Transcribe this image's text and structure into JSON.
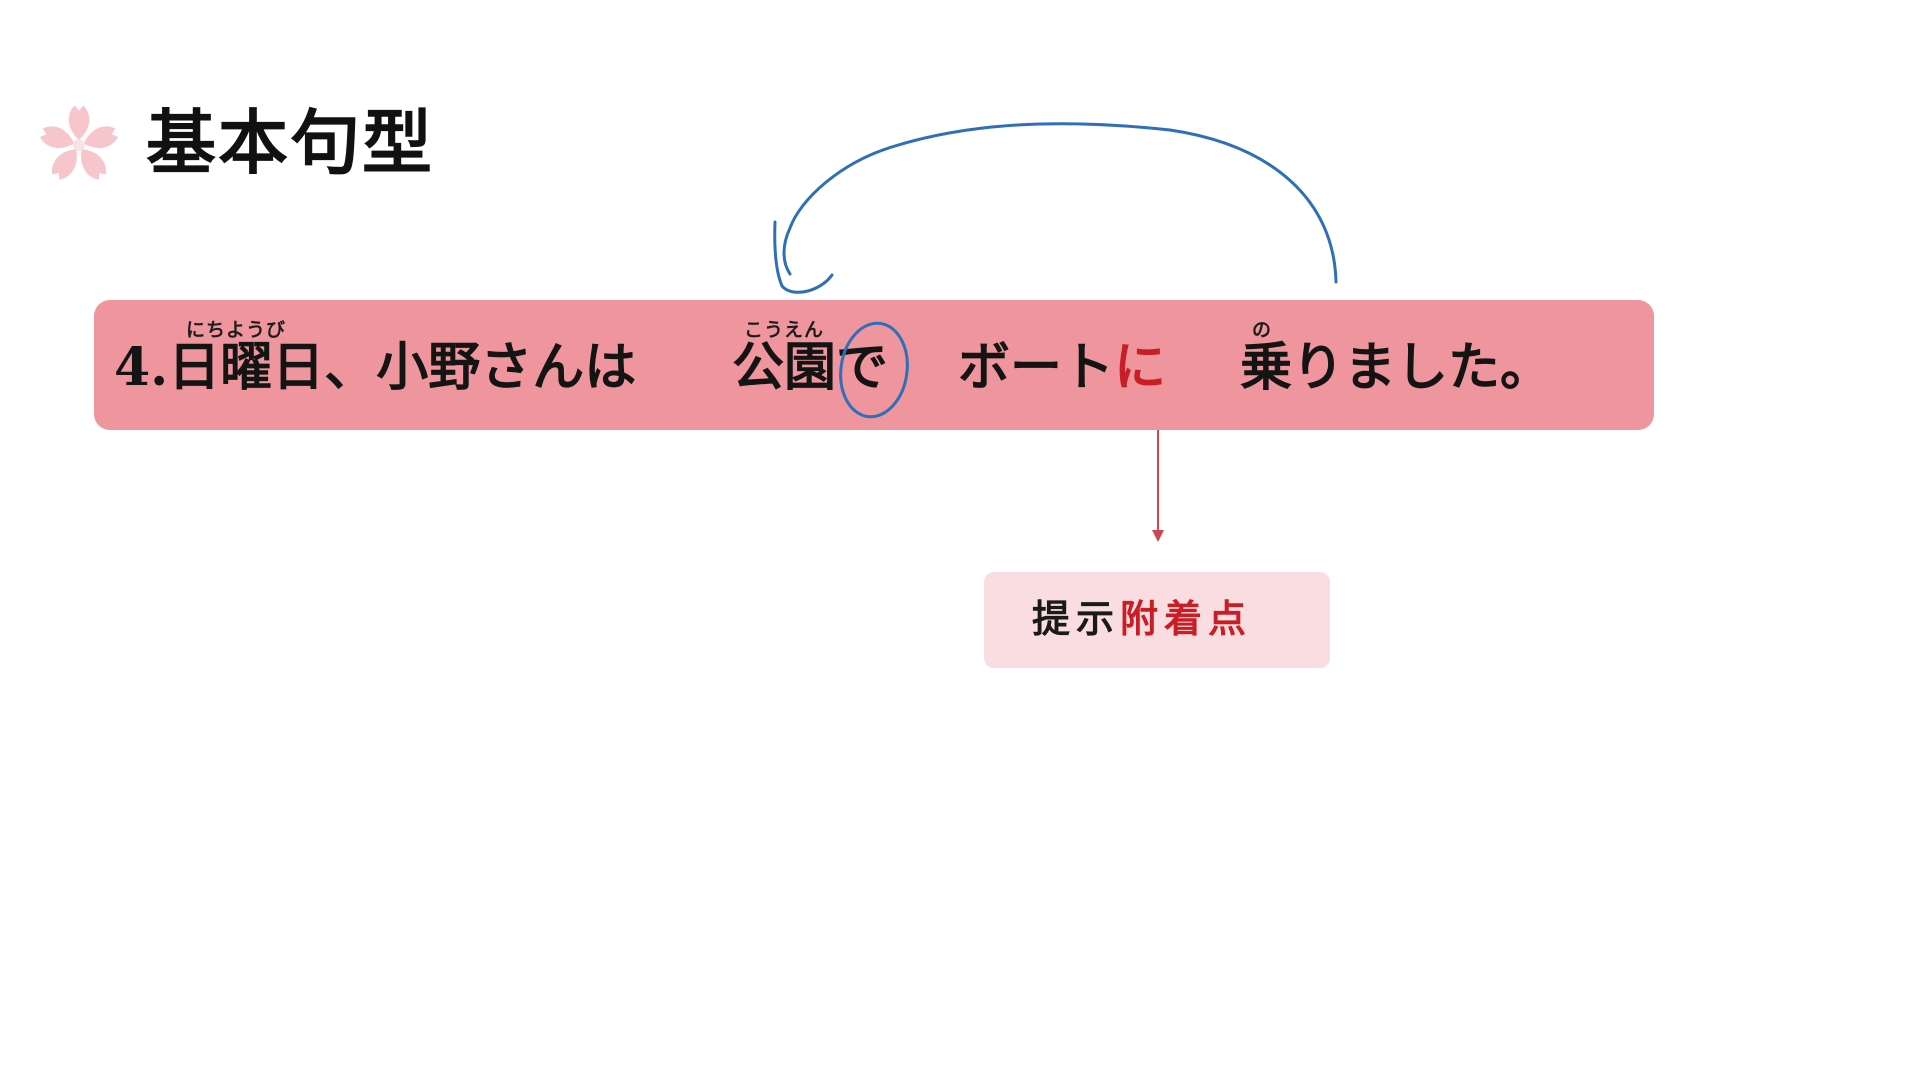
{
  "heading": {
    "icon": "sakura-flower-icon",
    "title": "基本句型"
  },
  "sentence": {
    "number_and_subject": "4.日曜日、小野さんは",
    "place": "公園で",
    "object": "ボート",
    "particle": "に",
    "verb": "乗りました。",
    "ruby_nichiyoubi": "にちようび",
    "ruby_kouen": "こうえん",
    "ruby_no": "の"
  },
  "note": {
    "prefix": "提示",
    "highlight": "附着点"
  },
  "colors": {
    "sentence_box": "#ee959d",
    "note_box": "#f9dde0",
    "particle_red": "#c81e25",
    "pen_blue": "#2f6fb8",
    "arrow": "#d2454f",
    "sakura": "#f7c6cc"
  }
}
